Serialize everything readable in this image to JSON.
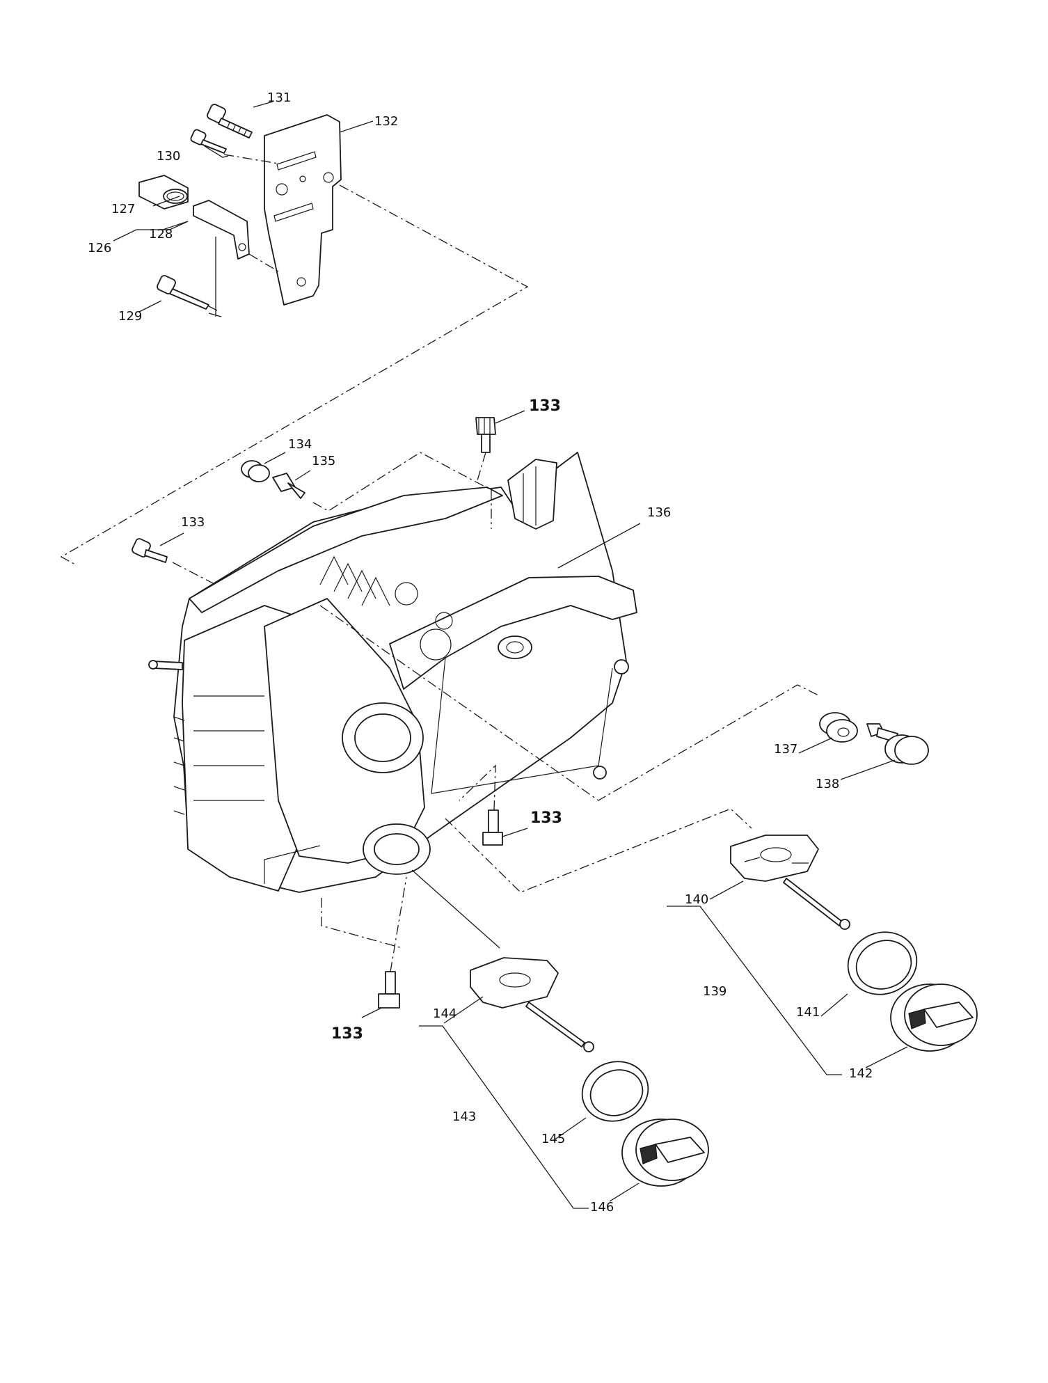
{
  "diagram": {
    "callouts": {
      "c126": "126",
      "c127": "127",
      "c128": "128",
      "c129": "129",
      "c130": "130",
      "c131": "131",
      "c132": "132",
      "c133_top": "133",
      "c133_left": "133",
      "c133_mid": "133",
      "c133_bottom": "133",
      "c134": "134",
      "c135": "135",
      "c136": "136",
      "c137": "137",
      "c138": "138",
      "c139": "139",
      "c140": "140",
      "c141": "141",
      "c142": "142",
      "c143": "143",
      "c144": "144",
      "c145": "145",
      "c146": "146"
    }
  }
}
